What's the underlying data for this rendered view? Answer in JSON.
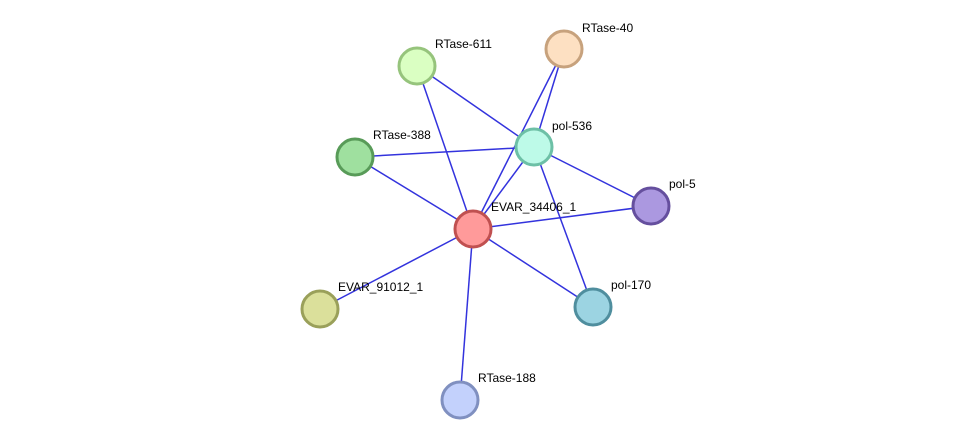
{
  "graph": {
    "edge_color": "#3333dd",
    "nodes": [
      {
        "id": "evar34406",
        "label": "EVAR_34406_1",
        "fill": "#ff9a9a",
        "stroke": "#c05050"
      },
      {
        "id": "pol536",
        "label": "pol-536",
        "fill": "#bdfae8",
        "stroke": "#6dc0a6"
      },
      {
        "id": "rtase611",
        "label": "RTase-611",
        "fill": "#daffc2",
        "stroke": "#96c47c"
      },
      {
        "id": "rtase40",
        "label": "RTase-40",
        "fill": "#fde0c2",
        "stroke": "#c7a27d"
      },
      {
        "id": "rtase388",
        "label": "RTase-388",
        "fill": "#9fe09f",
        "stroke": "#589b58"
      },
      {
        "id": "pol5",
        "label": "pol-5",
        "fill": "#ab98e0",
        "stroke": "#654f9e"
      },
      {
        "id": "evar91012",
        "label": "EVAR_91012_1",
        "fill": "#dbe09b",
        "stroke": "#9aa05a"
      },
      {
        "id": "pol170",
        "label": "pol-170",
        "fill": "#9cd4e2",
        "stroke": "#4f8e9e"
      },
      {
        "id": "rtase188",
        "label": "RTase-188",
        "fill": "#c3d1fc",
        "stroke": "#8090c0"
      }
    ],
    "edges": [
      [
        "evar34406",
        "rtase611"
      ],
      [
        "evar34406",
        "rtase40"
      ],
      [
        "evar34406",
        "pol536"
      ],
      [
        "evar34406",
        "rtase388"
      ],
      [
        "evar34406",
        "pol5"
      ],
      [
        "evar34406",
        "evar91012"
      ],
      [
        "evar34406",
        "pol170"
      ],
      [
        "evar34406",
        "rtase188"
      ],
      [
        "pol536",
        "rtase611"
      ],
      [
        "pol536",
        "rtase40"
      ],
      [
        "pol536",
        "rtase388"
      ],
      [
        "pol536",
        "pol5"
      ],
      [
        "pol536",
        "pol170"
      ]
    ]
  }
}
